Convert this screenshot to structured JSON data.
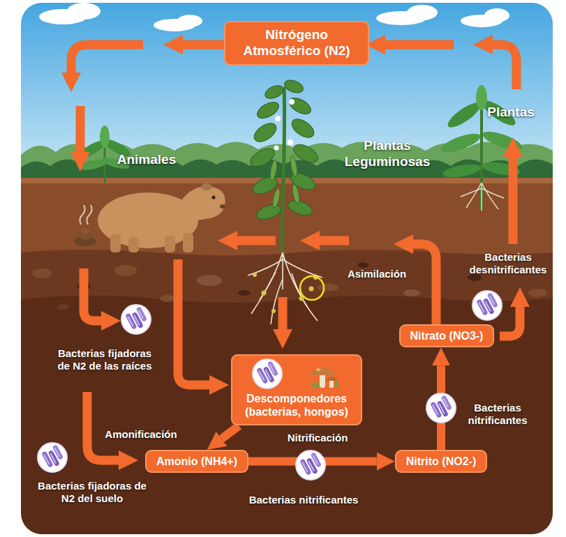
{
  "diagram": {
    "nodes": [
      {
        "text": [
          "Nitrógeno Atmosférico (N2)"
        ]
      },
      {
        "text": [
          "Nitrato (NO3-)"
        ]
      },
      {
        "text": [
          "Descomponedores (bacterias, hongos)"
        ]
      },
      {
        "text": [
          "Amonio (NH4+)"
        ]
      },
      {
        "text": [
          "Nitrito (NO2-)"
        ]
      }
    ],
    "edges": [
      {
        "from": 2,
        "to": 3,
        "arrow": "to"
      },
      {
        "from": 3,
        "to": 4,
        "arrow": "to"
      },
      {
        "from": 4,
        "to": 1,
        "arrow": "to"
      }
    ],
    "labels": [
      "Animales",
      "Plantas Leguminosas",
      "Plantas",
      "Asimilación",
      "Bacterias desnitrificantes",
      "Bacterias fijadoras de N2 de las raíces",
      "Amonificación",
      "Nitrificación",
      "Bacterias nitrificantes",
      "Bacterias fijadoras de N2 del suelo",
      "Bacterias nitrificantes"
    ]
  }
}
